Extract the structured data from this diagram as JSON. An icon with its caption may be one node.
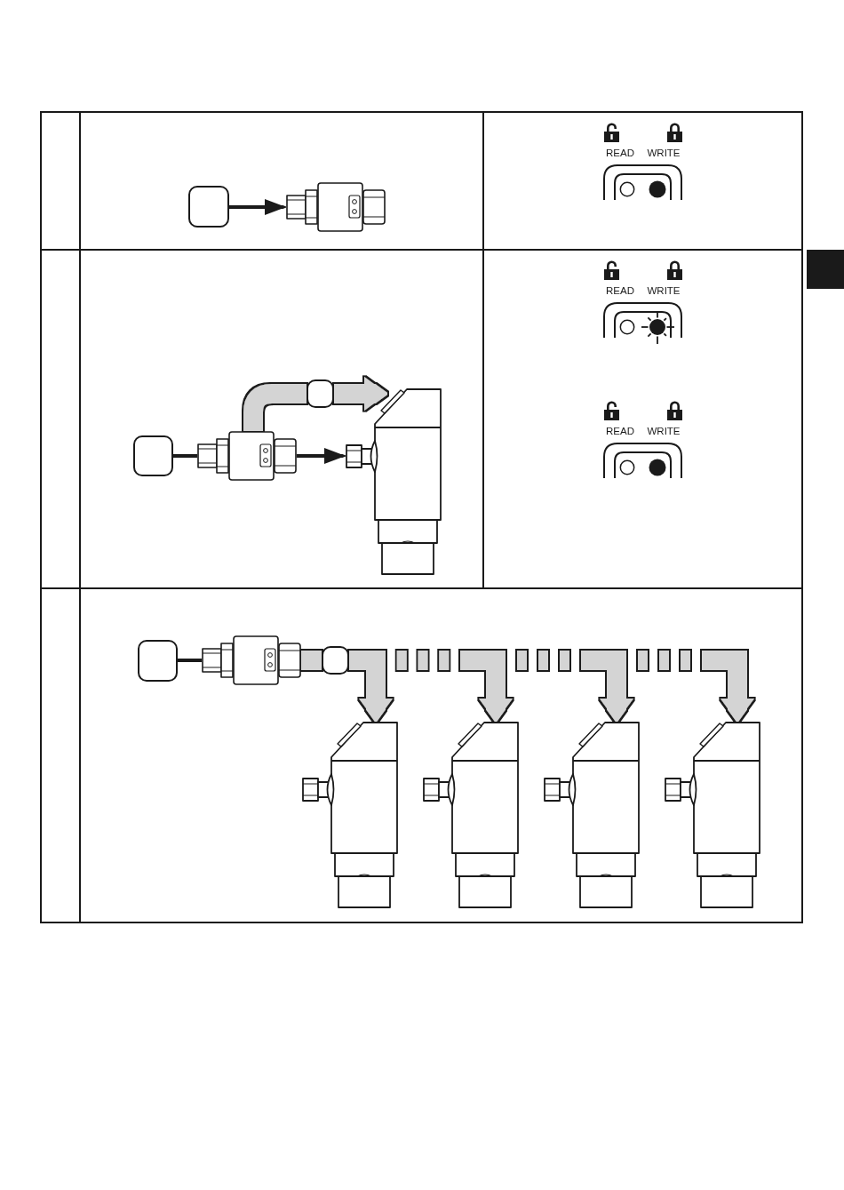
{
  "diagram": {
    "nodes": [
      {
        "text": [],
        "shape": "box"
      },
      {
        "text": [],
        "shape": "picture"
      },
      {
        "text": [],
        "shape": "box"
      },
      {
        "text": [],
        "shape": "picture"
      },
      {
        "text": [],
        "shape": "box"
      },
      {
        "text": [],
        "shape": "picture"
      },
      {
        "text": [],
        "shape": "box"
      },
      {
        "text": [],
        "shape": "picture"
      },
      {
        "text": [],
        "shape": "box"
      },
      {
        "text": [],
        "shape": "picture"
      },
      {
        "text": [],
        "shape": "picture"
      },
      {
        "text": [],
        "shape": "picture"
      },
      {
        "text": [],
        "shape": "picture"
      }
    ],
    "edges": [
      {
        "from": 0,
        "to": 1,
        "arrow": "to",
        "color": "#1a1a1a"
      },
      {
        "from": 2,
        "to": 3,
        "arrow": "none",
        "color": "#1a1a1a"
      },
      {
        "from": 3,
        "to": 5,
        "arrow": "to",
        "color": "#1a1a1a"
      },
      {
        "from": 3,
        "to": 4,
        "arrow": "none",
        "color": "#d4d4d4"
      },
      {
        "from": 4,
        "to": 5,
        "arrow": "to",
        "color": "#d4d4d4"
      },
      {
        "from": 6,
        "to": 7,
        "arrow": "none",
        "color": "#1a1a1a"
      },
      {
        "from": 7,
        "to": 8,
        "arrow": "none",
        "color": "#d4d4d4"
      },
      {
        "from": 8,
        "to": 9,
        "arrow": "to",
        "color": "#d4d4d4"
      },
      {
        "from": 8,
        "to": 10,
        "arrow": "to",
        "style": "dashed",
        "color": "#d4d4d4"
      },
      {
        "from": 8,
        "to": 11,
        "arrow": "to",
        "style": "dashed",
        "color": "#d4d4d4"
      },
      {
        "from": 8,
        "to": 12,
        "arrow": "to",
        "style": "dashed",
        "color": "#d4d4d4"
      }
    ],
    "labels": [
      "READ",
      "WRITE",
      "READ",
      "WRITE",
      "READ",
      "WRITE"
    ]
  }
}
